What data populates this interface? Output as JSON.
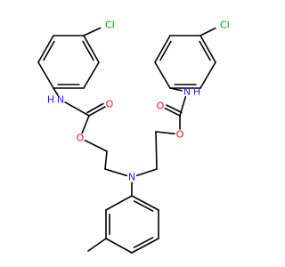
{
  "molecule": {
    "colors": {
      "carbon_bond": "#000000",
      "Cl": "#00a000",
      "N": "#2020ff",
      "O": "#ff0d0d",
      "background": "#ffffff"
    },
    "labels": {
      "cl_left": "Cl",
      "cl_right": "Cl",
      "nh_left": "H",
      "n_left": "N",
      "nh_right": "N",
      "h_right": "H",
      "o_carbonyl_left": "O",
      "o_carbonyl_right": "O",
      "o_ester_left": "O",
      "o_ester_right": "O",
      "n_center": "N"
    }
  }
}
